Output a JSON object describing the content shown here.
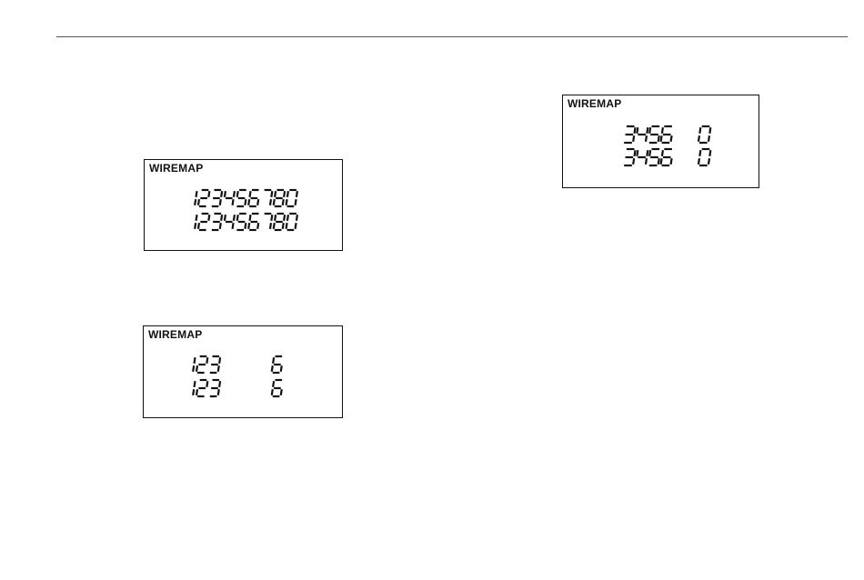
{
  "panels": [
    {
      "title": "WIREMAP",
      "row1": "123456780",
      "row2": "123456780"
    },
    {
      "title": "WIREMAP",
      "row1": "123    6",
      "row2": "123    6"
    },
    {
      "title": "WIREMAP",
      "row1": "3456  0",
      "row2": "3456  0"
    }
  ],
  "colors": {
    "ink": "#111111",
    "rule": "#555555"
  }
}
